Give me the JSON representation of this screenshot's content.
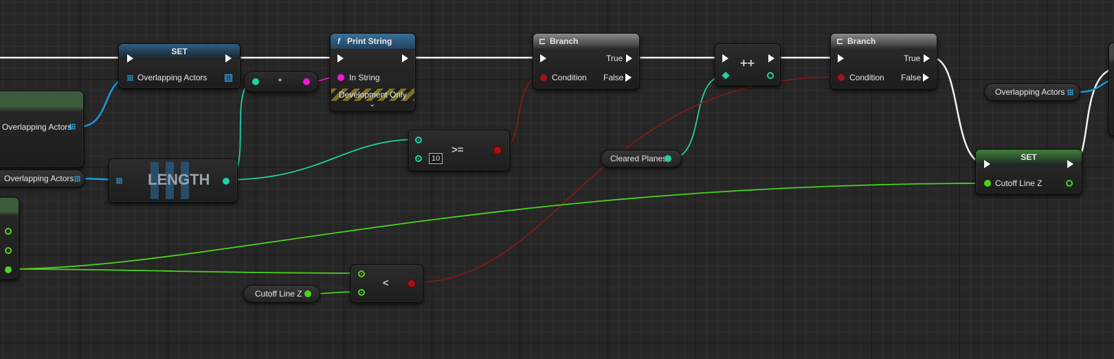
{
  "colors": {
    "exec_wire": "#ffffff",
    "array_object_pin": "#1b9be0",
    "int_pin": "#1fd1a3",
    "string_pin": "#f118d6",
    "bool_pin": "#a11515",
    "float_pin": "#4bd61b"
  },
  "nodes": {
    "set_overlapping": {
      "title": "SET",
      "pin": "Overlapping Actors"
    },
    "print_string": {
      "title": "Print String",
      "func_icon": "f",
      "pin": "In String",
      "footer": "Development Only"
    },
    "branch_1": {
      "title": "Branch",
      "condition": "Condition",
      "true_label": "True",
      "false_label": "False"
    },
    "increment": {
      "op": "++"
    },
    "branch_2": {
      "title": "Branch",
      "condition": "Condition",
      "true_label": "True",
      "false_label": "False"
    },
    "get_overlapping_left": {
      "pin": "Overlapping Actors"
    },
    "var_overlapping": {
      "label": "Overlapping Actors"
    },
    "length": {
      "title": "LENGTH"
    },
    "to_string": {
      "op": "•"
    },
    "greater_equal": {
      "op": ">=",
      "value": "10"
    },
    "cleared_planes": {
      "label": "Cleared Planes"
    },
    "var_overlapping_right": {
      "label": "Overlapping Actors"
    },
    "set_cutoff": {
      "title": "SET",
      "pin": "Cutoff Line Z"
    },
    "less_than": {
      "op": "<"
    },
    "cutoff_get": {
      "label": "Cutoff Line Z"
    }
  }
}
